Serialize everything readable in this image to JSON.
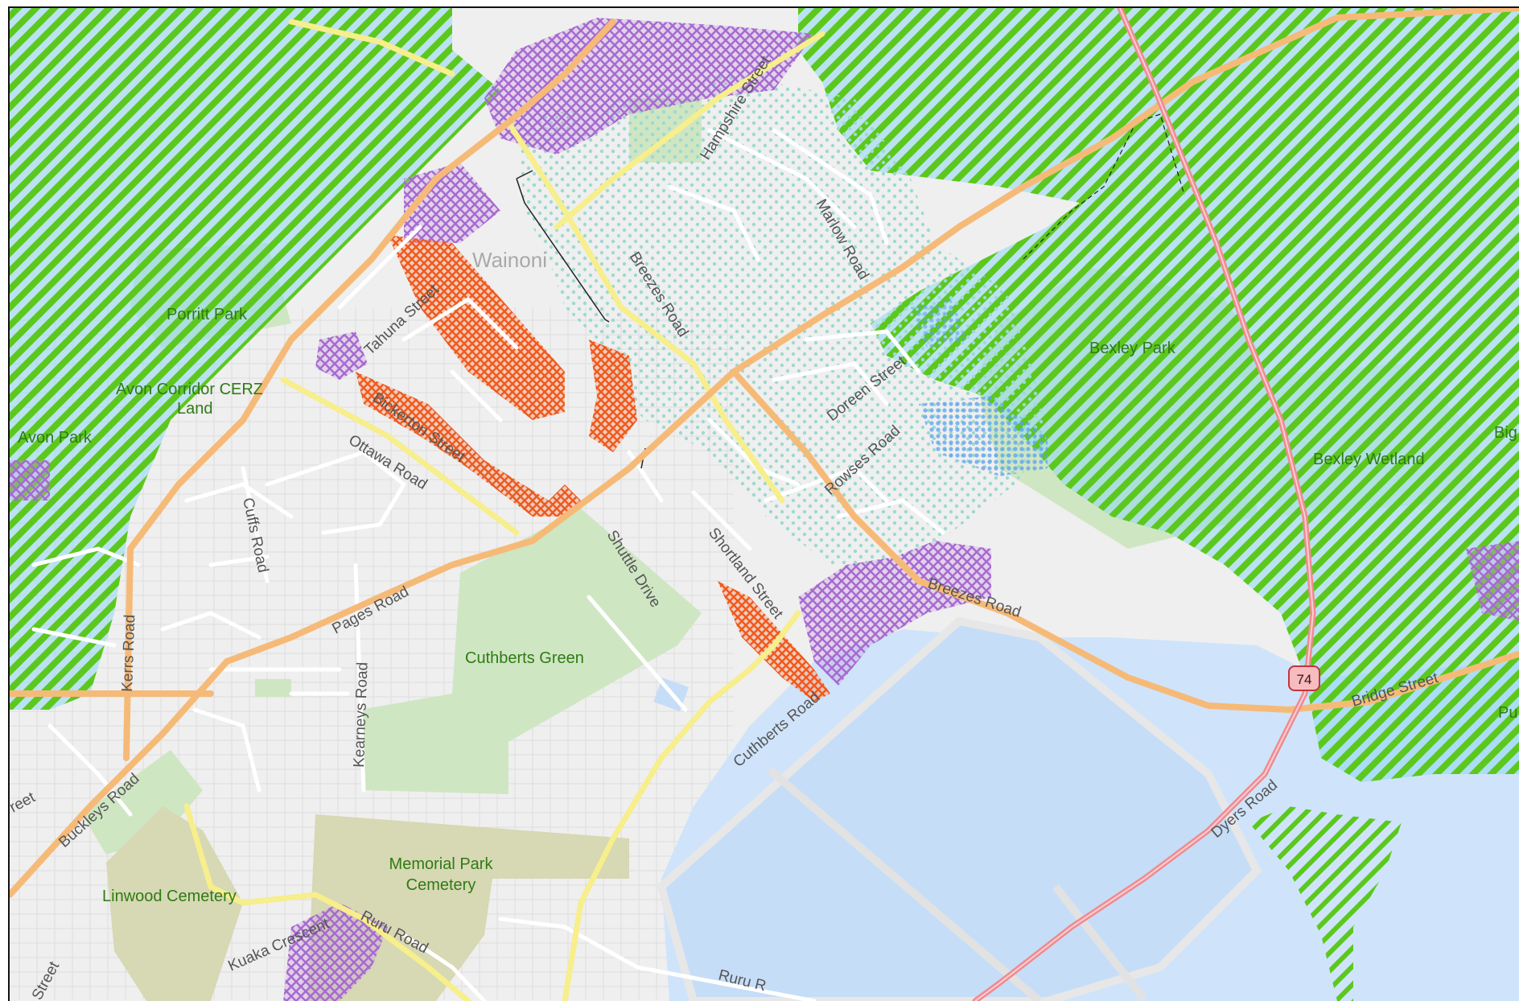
{
  "map": {
    "colors": {
      "land": "#efefef",
      "water": "#cfe4fa",
      "park": "#cfe6c3",
      "cemetery": "#d7d8b4",
      "hatch_green": "#5cc81e",
      "hatch_blue": "#63a8e8",
      "hatch_purple": "#b784d6",
      "hatch_orange": "#f06b30",
      "dots_teal": "#9ed9cf",
      "arterial": "#f6ba78",
      "collector": "#f7ee8c",
      "highway": "#f08a90"
    },
    "labels": {
      "wainoni": "Wainoni",
      "porritt_park": "Porritt Park",
      "avon_corridor": "Avon Corridor CERZ",
      "avon_corridor_2": "Land",
      "avon_park": "Avon Park",
      "bexley_park": "Bexley Park",
      "bexley_wetland": "Bexley Wetland",
      "cuthberts_green": "Cuthberts Green",
      "memorial_park": "Memorial Park",
      "memorial_park_2": "Cemetery",
      "linwood_cemetery": "Linwood Cemetery",
      "tahuna_street": "Tahuna Street",
      "bickerton_street": "Bickerton Street",
      "ottawa_road": "Ottawa Road",
      "cuffs_road": "Cuffs Road",
      "pages_road": "Pages Road",
      "kerrs_road": "Kerrs Road",
      "kearneys_road": "Kearneys Road",
      "buckleys_road": "Buckleys Road",
      "breezes_road": "Breezes Road",
      "breezes_road_2": "Breezes Road",
      "marlow_road": "Marlow Road",
      "hampshire_street": "Hampshire Street",
      "doreen_street": "Doreen Street",
      "rowses_road": "Rowses Road",
      "shortland_street": "Shortland Street",
      "shuttle_drive": "Shuttle Drive",
      "cuthberts_road": "Cuthberts Road",
      "bridge_street": "Bridge Street",
      "dyers_road": "Dyers Road",
      "kuaka_crescent": "Kuaka Crescent",
      "ruru_road": "Ruru Road",
      "ruru_road_2": "Ruru R",
      "street_left": "reet",
      "street_bottom": "Street",
      "edge_big": "Big",
      "edge_pu": "Pu",
      "shield": "74"
    }
  }
}
